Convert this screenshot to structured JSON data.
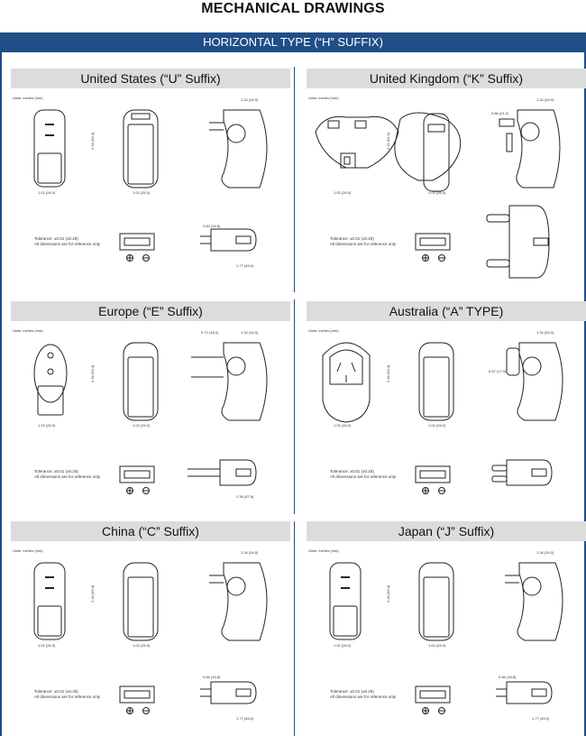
{
  "page": {
    "title": "MECHANICAL DRAWINGS",
    "banner": "HORIZONTAL TYPE (“H” SUFFIX)"
  },
  "common": {
    "units": "Units: Inches (mm)",
    "tolerance": "Tolerance: ±0.01 (±0.25)",
    "reference": "All dimensions are for reference only"
  },
  "panels": [
    {
      "heading": "United States (“U” Suffix)",
      "dim_width": "1.02 (26.0)",
      "dim_depth": "1.34 (34.0)",
      "dim_height": "2.34 (59.4)",
      "dim_prong": "0.60 (16.8)",
      "dim_length": "1.77 (45.0)"
    },
    {
      "heading": "United Kingdom (“K” Suffix)",
      "dim_width": "1.02 (26.0)",
      "dim_depth": "1.34 (34.0)",
      "dim_height": "2.11 (53.6)",
      "dim_prong": "0.86 (21.2)",
      "dim_length": ""
    },
    {
      "heading": "Europe (“E” Suffix)",
      "dim_width": "1.02 (26.0)",
      "dim_depth": "1.34 (34.0)",
      "dim_height": "2.34 (59.4)",
      "dim_prong": "0.72 (18.2)",
      "dim_length": "2.35 (57.5)"
    },
    {
      "heading": "Australia (“A” TYPE)",
      "dim_width": "1.02 (26.0)",
      "dim_depth": "1.34 (34.0)",
      "dim_height": "2.34 (59.4)",
      "dim_prong": "0.67 (17.0)",
      "dim_length": ""
    },
    {
      "heading": "China (“C” Suffix)",
      "dim_width": "1.02 (26.0)",
      "dim_depth": "1.34 (34.0)",
      "dim_height": "2.34 (59.4)",
      "dim_prong": "0.66 (16.8)",
      "dim_length": "1.77 (45.0)"
    },
    {
      "heading": "Japan (“J” Suffix)",
      "dim_width": "1.02 (26.0)",
      "dim_depth": "1.34 (34.0)",
      "dim_height": "2.34 (59.4)",
      "dim_prong": "0.66 (16.8)",
      "dim_length": "1.77 (45.0)"
    }
  ]
}
